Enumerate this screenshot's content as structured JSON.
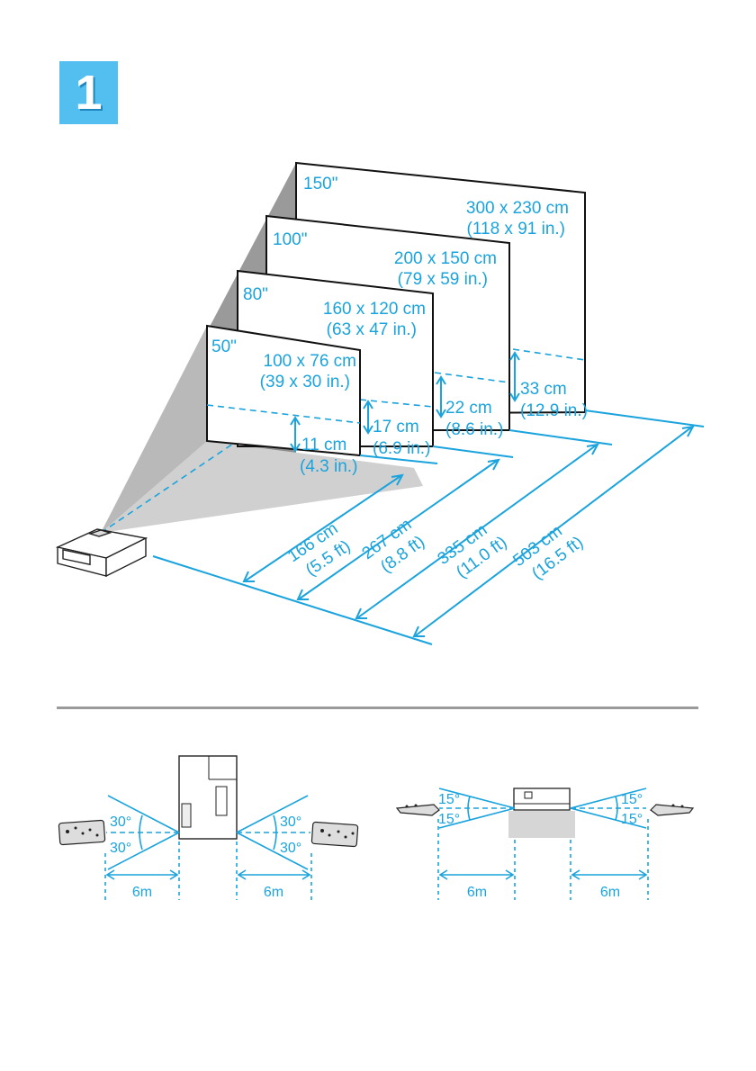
{
  "step_number": "1",
  "screens": [
    {
      "diagonal": "50\"",
      "size_cm": "100 x 76 cm",
      "size_in": "(39 x 30 in.)",
      "offset_cm": "11 cm",
      "offset_in": "(4.3 in.)"
    },
    {
      "diagonal": "80\"",
      "size_cm": "160 x 120 cm",
      "size_in": "(63 x 47 in.)",
      "offset_cm": "17 cm",
      "offset_in": "(6.9 in.)"
    },
    {
      "diagonal": "100\"",
      "size_cm": "200 x 150 cm",
      "size_in": "(79 x 59 in.)",
      "offset_cm": "22 cm",
      "offset_in": "(8.6 in.)"
    },
    {
      "diagonal": "150\"",
      "size_cm": "300 x 230 cm",
      "size_in": "(118 x 91 in.)",
      "offset_cm": "33 cm",
      "offset_in": "(12.9 in.)"
    }
  ],
  "distances": [
    {
      "cm": "166 cm",
      "ft": "(5.5 ft)"
    },
    {
      "cm": "267 cm",
      "ft": "(8.8 ft)"
    },
    {
      "cm": "335 cm",
      "ft": "(11.0 ft)"
    },
    {
      "cm": "503 cm",
      "ft": "(16.5 ft)"
    }
  ],
  "remote_top_view": {
    "angle_up": "30°",
    "angle_down": "30°",
    "range": "6m"
  },
  "remote_side_view": {
    "angle_up": "15°",
    "angle_down": "15°",
    "range": "6m"
  },
  "colors": {
    "accent": "#1aa3dc",
    "badge": "#52bff0",
    "line": "#111111",
    "divider": "#9a9a9a"
  }
}
